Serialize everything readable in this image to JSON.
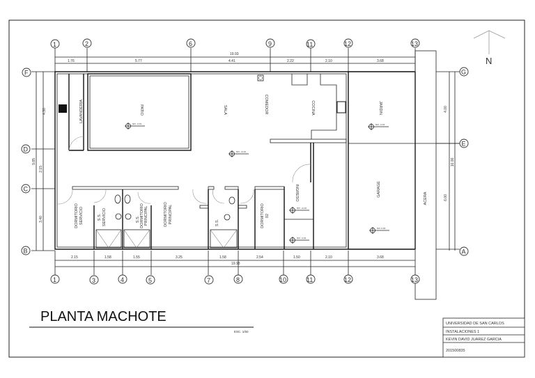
{
  "drawing": {
    "title": "PLANTA MACHOTE",
    "scale": "ESC. 1/50",
    "north_label": "N"
  },
  "title_block": {
    "institution": "UNIVERSIDAD DE SAN CARLOS",
    "course": "INSTALACIONES 1",
    "author": "KEVIN DAVID JUAREZ GARCIA",
    "id": "201500835"
  },
  "axes": {
    "top": [
      "1",
      "2",
      "6",
      "9",
      "11",
      "12",
      "13"
    ],
    "bottom": [
      "1",
      "3",
      "4",
      "5",
      "7",
      "8",
      "10",
      "11",
      "12",
      "13"
    ],
    "left": [
      "F",
      "D",
      "C",
      "B"
    ],
    "right": [
      "G",
      "E",
      "A"
    ]
  },
  "dimensions": {
    "top_total": "19.93",
    "top": [
      "1.76",
      "5.77",
      "4.41",
      "2.22",
      "2.10",
      "3.68"
    ],
    "bottom": [
      "2.15",
      "1.58",
      "1.55",
      "3.25",
      "1.58",
      "2.54",
      "1.50",
      "2.10",
      "3.68"
    ],
    "bottom_total": "19.93",
    "left_total": "9.85",
    "left": [
      "4.30",
      "2.15",
      "3.40"
    ],
    "right_total": "10.00",
    "right": [
      "4.00",
      "6.00"
    ]
  },
  "rooms": {
    "lavanderia": "LAVANDERIA",
    "patio": "PATIO",
    "sala": "SALA",
    "comedor": "COMEDOR",
    "cocina": "COCINA",
    "jardin": "JARDIN",
    "garage": "GARAGE",
    "acera": "ACERA",
    "ingreso": "INGRESO",
    "dorm_servicio_1": "DORMITORIO",
    "dorm_servicio_2": "SERVICIO",
    "ss_servicio_1": "S.S.",
    "ss_servicio_2": "SERVICIO",
    "ss_principal_1": "S.S.",
    "ss_principal_2": "DORMITORIO",
    "ss_principal_3": "PRINCIPAL",
    "dorm_principal_1": "DORMITORIO",
    "dorm_principal_2": "PRINCIPAL",
    "ss": "S.S.",
    "dorm02_1": "DORMITORIO",
    "dorm02_2": "02"
  },
  "levels": {
    "patio": "NIV. -0.15",
    "sala": "NIV. +0.10",
    "jardin": "NIV. -0.15",
    "ingreso": "NIV. +0.10",
    "porch": "NIV. -0.15",
    "garage": "NIV. 0.00"
  }
}
